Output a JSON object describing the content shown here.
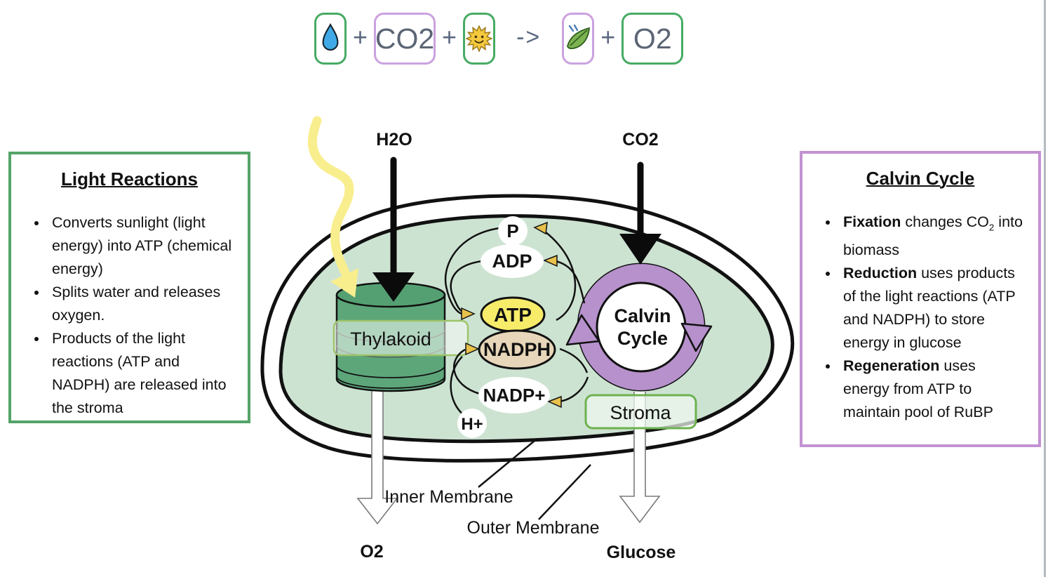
{
  "equation": {
    "plus": "+",
    "arrow": "->",
    "terms": {
      "co2": "CO2",
      "o2": "O2"
    },
    "icons": {
      "water": "water-droplet-icon",
      "sun": "sun-icon",
      "leaf": "leaf-icon"
    },
    "colors": {
      "green_border": "#47ab64",
      "purple_border": "#cba2e0",
      "term_text": "#5b6575"
    }
  },
  "left_box": {
    "title": "Light Reactions",
    "border_color": "#54a468",
    "bullets": [
      [
        {
          "t": "Converts sunlight (light energy) into ATP (chemical energy)"
        }
      ],
      [
        {
          "t": "Splits water and releases oxygen."
        }
      ],
      [
        {
          "t": "Products of the light reactions (ATP and NADPH) are released into the stroma"
        }
      ]
    ]
  },
  "right_box": {
    "title": "Calvin Cycle",
    "border_color": "#c392d2",
    "bullets": [
      [
        {
          "t": "Fixation",
          "b": true
        },
        {
          "t": " changes CO"
        },
        {
          "t": "2",
          "sub": true
        },
        {
          "t": " into biomass"
        }
      ],
      [
        {
          "t": "Reduction",
          "b": true
        },
        {
          "t": " uses products of the light reactions (ATP and NADPH) to store energy in glucose"
        }
      ],
      [
        {
          "t": "Regeneration",
          "b": true
        },
        {
          "t": " uses energy from ATP to maintain pool of RuBP"
        }
      ]
    ]
  },
  "diagram": {
    "labels": {
      "h2o": "H2O",
      "co2": "CO2",
      "p": "P",
      "adp": "ADP",
      "atp": "ATP",
      "nadph": "NADPH",
      "nadp_plus": "NADP+",
      "h_plus": "H+",
      "thylakoid": "Thylakoid",
      "calvin_line1": "Calvin",
      "calvin_line2": "Cycle",
      "stroma": "Stroma",
      "inner_membrane": "Inner Membrane",
      "outer_membrane": "Outer Membrane",
      "o2": "O2",
      "glucose": "Glucose"
    },
    "colors": {
      "stroma_fill": "#cde3d2",
      "thylakoid_body": "#5da67a",
      "thylakoid_cap": "#55a072",
      "thylakoid_box_border": "#9ec46a",
      "calvin_ring": "#b691cc",
      "atp_fill": "#f7ec6a",
      "nadph_fill": "#e7d6b9",
      "arrowhead_gold": "#e8c14b",
      "sunlight_yellow": "#f8ee8e",
      "stroma_box_border": "#6db24f"
    }
  }
}
